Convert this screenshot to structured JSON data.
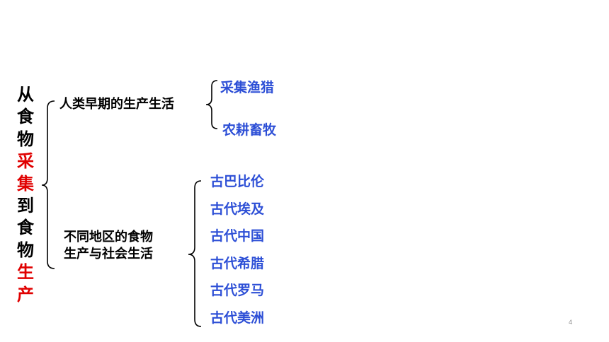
{
  "colors": {
    "text": "#000000",
    "highlight": "#e00000",
    "leaf": "#2d4fd6",
    "page_number": "#8c8c8c",
    "brace": "#000000"
  },
  "title": {
    "chars": [
      {
        "text": "从",
        "highlight": false
      },
      {
        "text": "食",
        "highlight": false
      },
      {
        "text": "物",
        "highlight": false
      },
      {
        "text": "采",
        "highlight": true
      },
      {
        "text": "集",
        "highlight": true
      },
      {
        "text": "到",
        "highlight": false
      },
      {
        "text": "食",
        "highlight": false
      },
      {
        "text": "物",
        "highlight": false
      },
      {
        "text": "生",
        "highlight": true
      },
      {
        "text": "产",
        "highlight": true
      }
    ]
  },
  "branches": [
    {
      "label_lines": [
        "人类早期的生产生活"
      ],
      "leaves": [
        "采集渔猎",
        "农耕畜牧"
      ]
    },
    {
      "label_lines": [
        "不同地区的食物",
        "生产与社会生活"
      ],
      "leaves": [
        "古巴比伦",
        "古代埃及",
        "古代中国",
        "古代希腊",
        "古代罗马",
        "古代美洲"
      ]
    }
  ],
  "page_number": "4"
}
